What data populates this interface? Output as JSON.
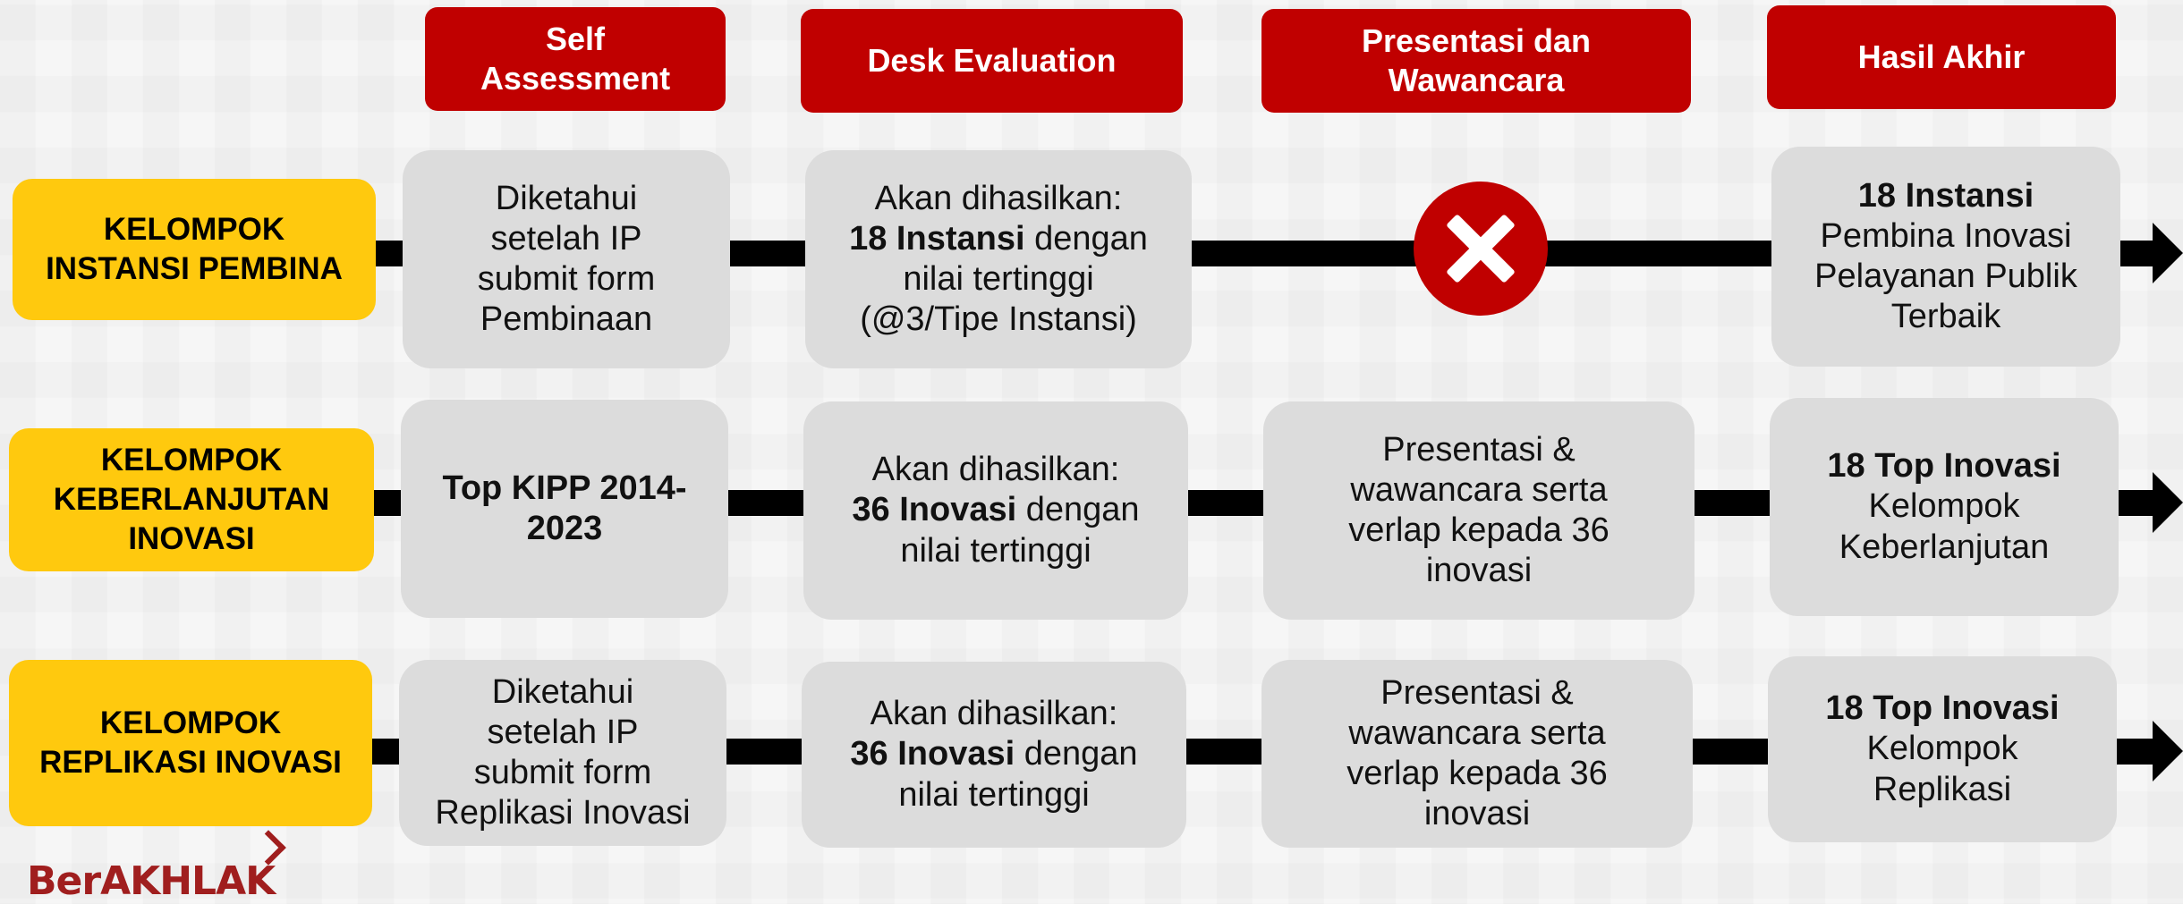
{
  "headers": [
    {
      "lines": [
        "Self",
        "Assessment"
      ]
    },
    {
      "lines": [
        "Desk Evaluation"
      ]
    },
    {
      "lines": [
        "Presentasi dan",
        "Wawancara"
      ]
    },
    {
      "lines": [
        "Hasil Akhir"
      ]
    }
  ],
  "groups": [
    {
      "lines": [
        "KELOMPOK",
        "INSTANSI PEMBINA"
      ]
    },
    {
      "lines": [
        "KELOMPOK",
        "KEBERLANJUTAN",
        "INOVASI"
      ]
    },
    {
      "lines": [
        "KELOMPOK",
        "REPLIKASI INOVASI"
      ]
    }
  ],
  "row1": {
    "self": [
      "Diketahui",
      "setelah IP",
      "submit form",
      "Pembinaan"
    ],
    "desk": {
      "line1": "Akan dihasilkan:",
      "bold": "18 Instansi",
      "rest": " dengan",
      "line3": "nilai tertinggi",
      "line4": "(@3/Tipe Instansi)"
    },
    "presentasi_icon": "close-icon",
    "hasil": {
      "bold": "18 Instansi",
      "lines": [
        "Pembina Inovasi",
        "Pelayanan Publik",
        "Terbaik"
      ]
    }
  },
  "row2": {
    "self": [
      "Top KIPP 2014-",
      "2023"
    ],
    "desk": {
      "line1": "Akan dihasilkan:",
      "bold": "36 Inovasi",
      "rest": " dengan",
      "line3": "nilai tertinggi"
    },
    "presentasi": [
      "Presentasi &",
      "wawancara serta",
      "verlap kepada 36",
      "inovasi"
    ],
    "hasil": {
      "bold": "18 Top Inovasi",
      "lines": [
        "Kelompok",
        "Keberlanjutan"
      ]
    }
  },
  "row3": {
    "self": [
      "Diketahui",
      "setelah IP",
      "submit form",
      "Replikasi Inovasi"
    ],
    "desk": {
      "line1": "Akan dihasilkan:",
      "bold": "36 Inovasi",
      "rest": " dengan",
      "line3": "nilai tertinggi"
    },
    "presentasi": [
      "Presentasi &",
      "wawancara serta",
      "verlap kepada 36",
      "inovasi"
    ],
    "hasil": {
      "bold": "18 Top Inovasi",
      "lines": [
        "Kelompok",
        "Replikasi"
      ]
    }
  },
  "logo": {
    "text": "BerAKHLAK"
  },
  "colors": {
    "header": "#c00000",
    "group": "#ffc90e",
    "box": "#dcdcdc",
    "connector": "#000000"
  }
}
